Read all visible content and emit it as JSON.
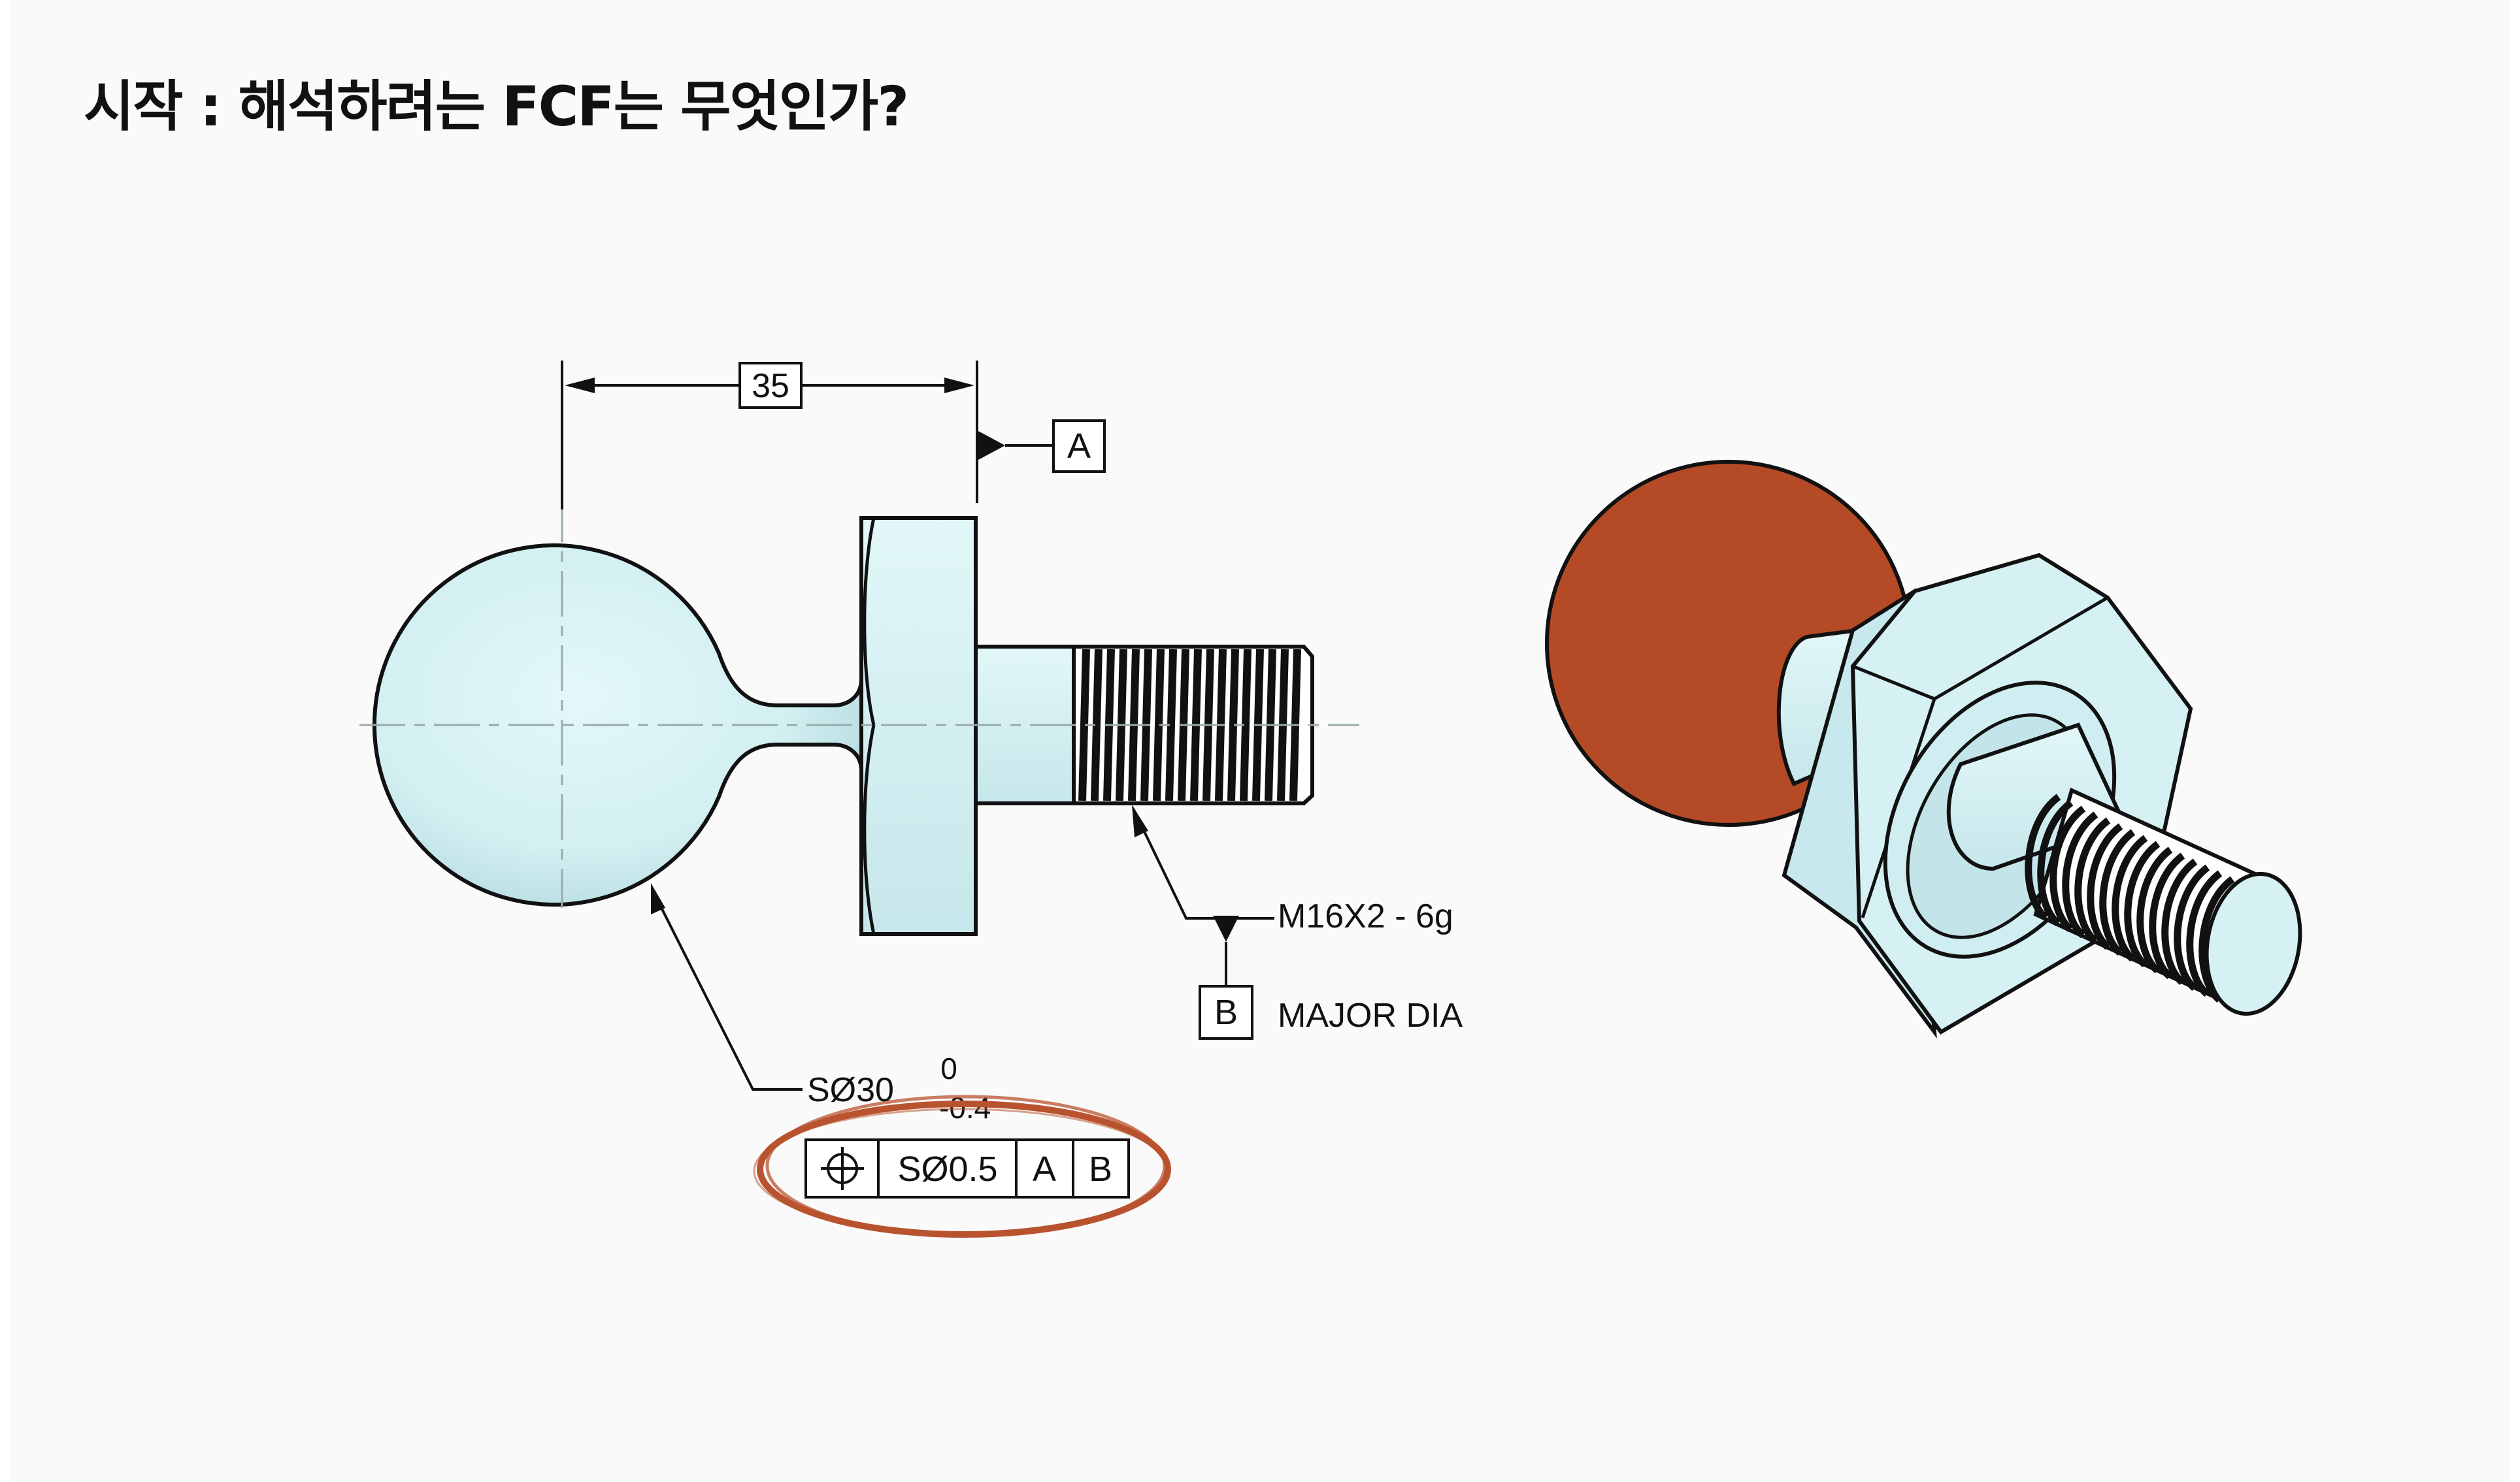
{
  "slide": {
    "title": "시작 : 해석하려는 FCF는 무엇인가?"
  },
  "drawing": {
    "dimension_35": "35",
    "datum_a_label": "A",
    "thread_spec": "M16X2 - 6g",
    "datum_b_label": "B",
    "major_dia_note": "MAJOR DIA",
    "sphere_dim": "SØ30",
    "tol_upper": "0",
    "tol_lower": "-0.4",
    "fcf": {
      "symbol": "position-icon",
      "tolerance": "SØ0.5",
      "datum_primary": "A",
      "datum_secondary": "B"
    }
  },
  "colors": {
    "part_fill": "#d7f1f3",
    "part_shade": "#bfe3e8",
    "sphere_iso": "#b54b26",
    "highlight_ellipse": "#b9532f",
    "line": "#111111"
  },
  "icons": [
    "position-icon",
    "datum-triangle-icon",
    "arrowhead-icon"
  ]
}
